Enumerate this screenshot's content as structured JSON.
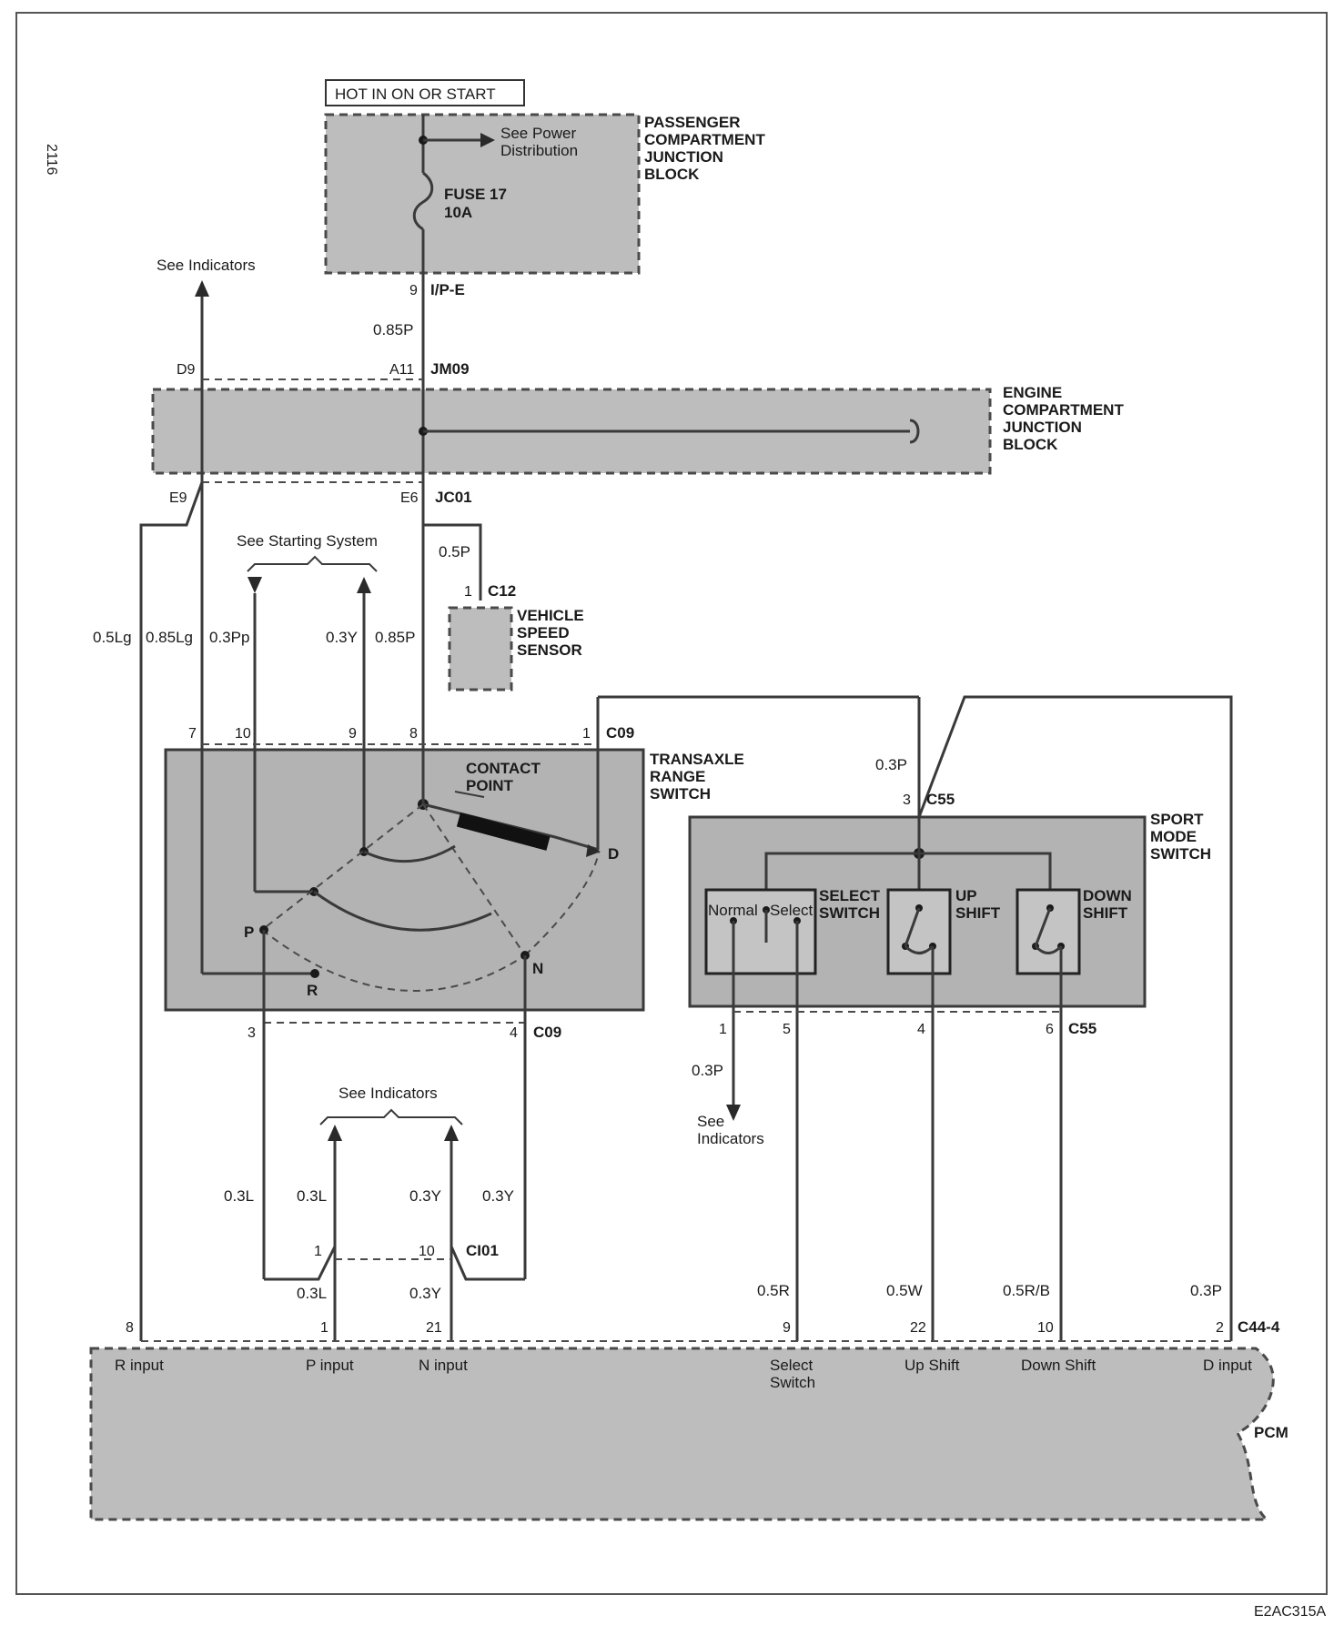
{
  "hot_label": "HOT IN ON OR START",
  "passenger_block": {
    "title_lines": [
      "PASSENGER",
      "COMPARTMENT",
      "JUNCTION",
      "BLOCK"
    ],
    "see_power_lines": [
      "See Power",
      "Distribution"
    ],
    "fuse_lines": [
      "FUSE 17",
      "10A"
    ]
  },
  "engine_block": {
    "title_lines": [
      "ENGINE",
      "COMPARTMENT",
      "JUNCTION",
      "BLOCK"
    ]
  },
  "connectors": {
    "ipe_pin": "9",
    "ipe_name": "I/P-E",
    "jm09_pin_d9": "D9",
    "jm09_pin_a11": "A11",
    "jm09_name": "JM09",
    "jc01_pin_e9": "E9",
    "jc01_pin_e6": "E6",
    "jc01_name": "JC01",
    "c12_pin": "1",
    "c12_name": "C12",
    "c09_top_pins": [
      "7",
      "10",
      "9",
      "8",
      "1"
    ],
    "c09_name": "C09",
    "c09_bottom_pins": [
      "3",
      "4"
    ],
    "c55_top_pin": "3",
    "c55_name": "C55",
    "c55_bottom_pins": [
      "1",
      "5",
      "4",
      "6"
    ],
    "ci01_pins": [
      "1",
      "10"
    ],
    "ci01_name": "CI01",
    "pcm_pins": [
      "8",
      "1",
      "21",
      "9",
      "22",
      "10",
      "2"
    ],
    "pcm_name": "C44-4"
  },
  "wires": {
    "w085p": "0.85P",
    "w05p": "0.5P",
    "w05lg": "0.5Lg",
    "w085lg": "0.85Lg",
    "w03pp": "0.3Pp",
    "w03y": "0.3Y",
    "w085p_b": "0.85P",
    "w03p_c55": "0.3P",
    "w03p_ind": "0.3P",
    "w03l_a": "0.3L",
    "w03l_b": "0.3L",
    "w03y_a": "0.3Y",
    "w03y_b": "0.3Y",
    "w03l_c": "0.3L",
    "w03y_c": "0.3Y",
    "w05r": "0.5R",
    "w05w": "0.5W",
    "w05rb": "0.5R/B",
    "w03p_d": "0.3P"
  },
  "refs": {
    "see_indicators_top": "See Indicators",
    "see_starting": "See Starting System",
    "see_indicators_mid": "See Indicators",
    "see_indicators_c55_lines": [
      "See",
      "Indicators"
    ]
  },
  "vss": {
    "title_lines": [
      "VEHICLE",
      "SPEED",
      "SENSOR"
    ]
  },
  "trs": {
    "title_lines": [
      "TRANSAXLE",
      "RANGE",
      "SWITCH"
    ],
    "contact_lines": [
      "CONTACT",
      "POINT"
    ],
    "positions": {
      "p": "P",
      "r": "R",
      "n": "N",
      "d": "D"
    }
  },
  "sport": {
    "title_lines": [
      "SPORT",
      "MODE",
      "SWITCH"
    ],
    "normal": "Normal",
    "select": "Select",
    "select_switch_lines": [
      "SELECT",
      "SWITCH"
    ],
    "up_lines": [
      "UP",
      "SHIFT"
    ],
    "down_lines": [
      "DOWN",
      "SHIFT"
    ]
  },
  "pcm": {
    "title": "PCM",
    "inputs": {
      "r": "R input",
      "p": "P input",
      "n": "N input",
      "select_lines": [
        "Select",
        "Switch"
      ],
      "up": "Up Shift",
      "down": "Down Shift",
      "d": "D input"
    }
  },
  "figure_code": "E2AC315A",
  "side_mark": "2116"
}
